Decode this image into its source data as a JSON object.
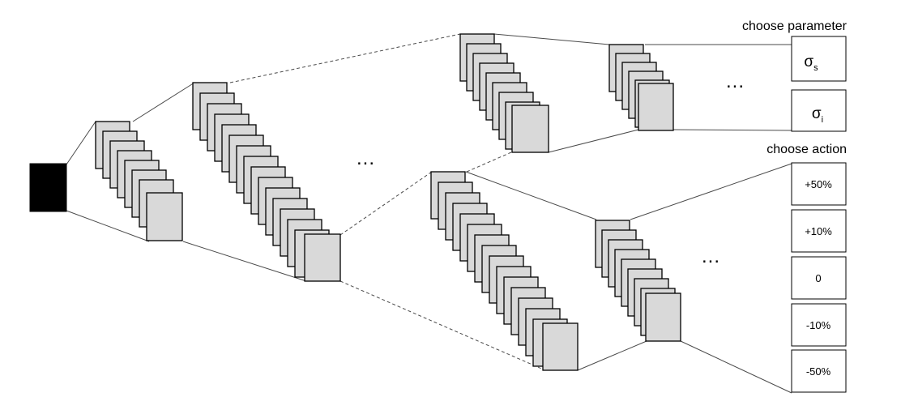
{
  "input_color": "#000000",
  "feature_map_color": "#d9d9d9",
  "labels": {
    "choose_parameter": "choose parameter",
    "choose_action": "choose action"
  },
  "parameter_options": [
    {
      "symbol": "σ",
      "subscript": "s"
    },
    {
      "symbol": "σ",
      "subscript": "i"
    }
  ],
  "action_options": [
    "+50%",
    "+10%",
    "0",
    "-10%",
    "-50%"
  ],
  "ellipsis": "..."
}
